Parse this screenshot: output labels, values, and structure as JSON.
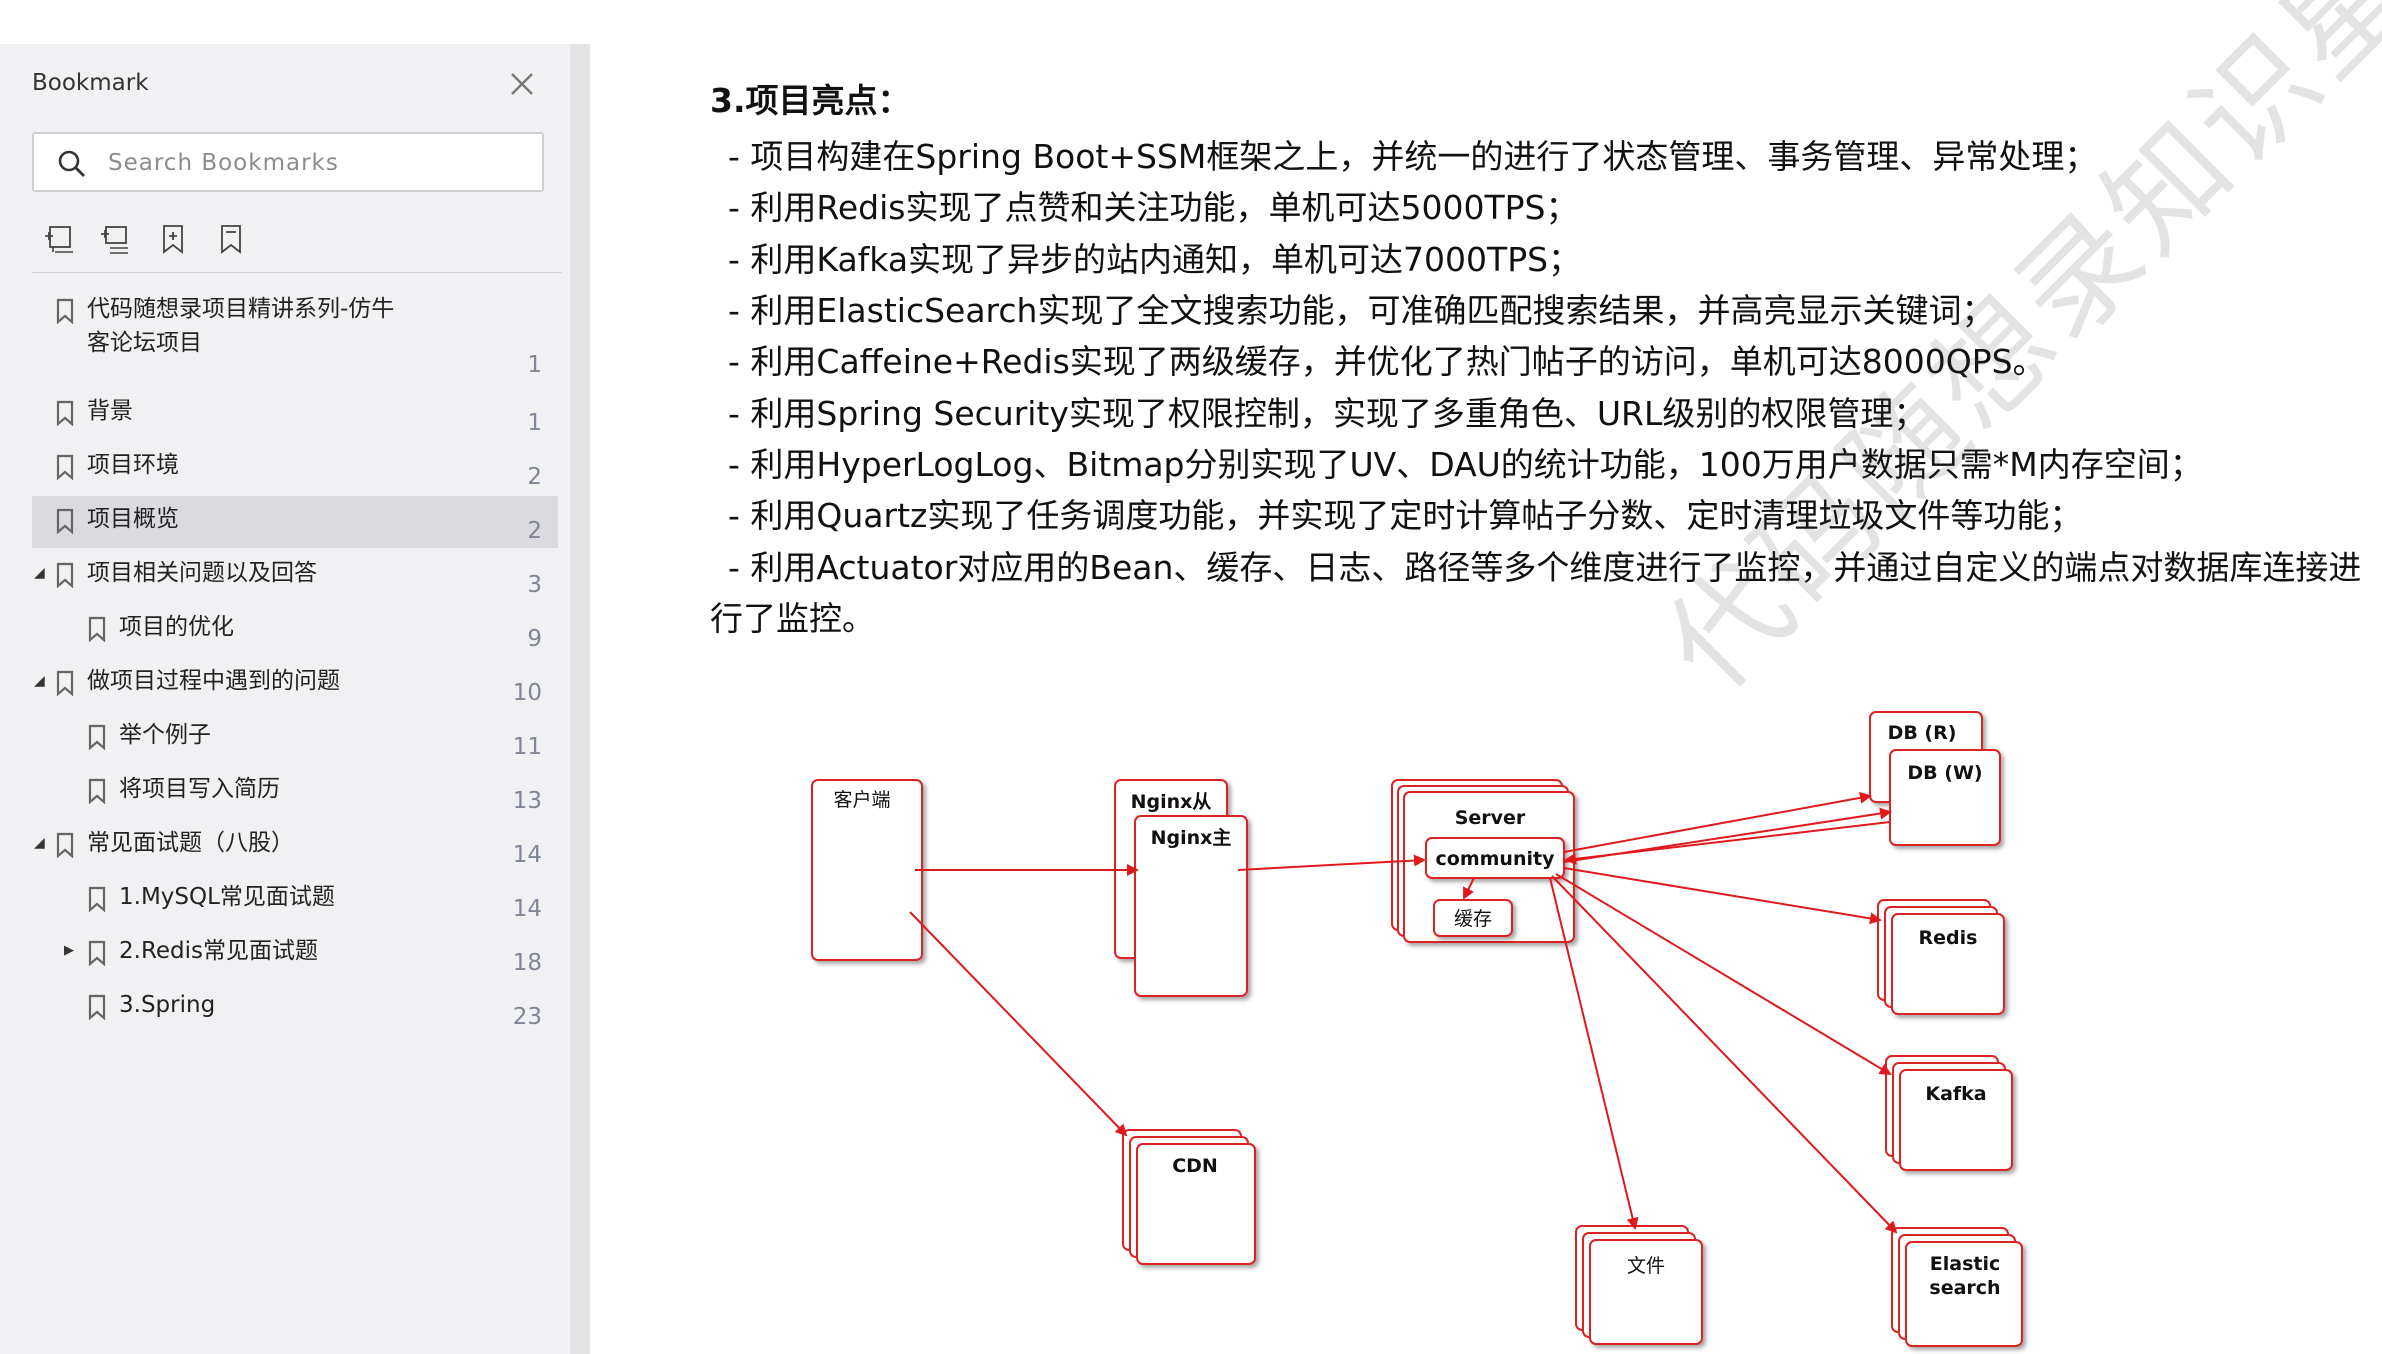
{
  "sidebar": {
    "title": "Bookmark",
    "search_placeholder": "Search Bookmarks",
    "items": [
      {
        "label_line1": "代码随想录项目精讲系列-仿牛",
        "label_line2": "客论坛项目",
        "page": "1",
        "level": 0,
        "caret": "",
        "active": false
      },
      {
        "label_line1": "背景",
        "label_line2": "",
        "page": "1",
        "level": 0,
        "caret": "",
        "active": false
      },
      {
        "label_line1": "项目环境",
        "label_line2": "",
        "page": "2",
        "level": 0,
        "caret": "",
        "active": false
      },
      {
        "label_line1": "项目概览",
        "label_line2": "",
        "page": "2",
        "level": 0,
        "caret": "",
        "active": true
      },
      {
        "label_line1": "项目相关问题以及回答",
        "label_line2": "",
        "page": "3",
        "level": 0,
        "caret": "expanded",
        "active": false
      },
      {
        "label_line1": "项目的优化",
        "label_line2": "",
        "page": "9",
        "level": 1,
        "caret": "",
        "active": false
      },
      {
        "label_line1": "做项目过程中遇到的问题",
        "label_line2": "",
        "page": "10",
        "level": 0,
        "caret": "expanded",
        "active": false
      },
      {
        "label_line1": "举个例子",
        "label_line2": "",
        "page": "11",
        "level": 1,
        "caret": "",
        "active": false
      },
      {
        "label_line1": "将项目写入简历",
        "label_line2": "",
        "page": "13",
        "level": 1,
        "caret": "",
        "active": false
      },
      {
        "label_line1": "常见面试题（八股）",
        "label_line2": "",
        "page": "14",
        "level": 0,
        "caret": "expanded",
        "active": false
      },
      {
        "label_line1": "1.MySQL常见面试题",
        "label_line2": "",
        "page": "14",
        "level": 1,
        "caret": "",
        "active": false
      },
      {
        "label_line1": "2.Redis常见面试题",
        "label_line2": "",
        "page": "18",
        "level": 1,
        "caret": "collapsed",
        "active": false
      },
      {
        "label_line1": "3.Spring",
        "label_line2": "",
        "page": "23",
        "level": 1,
        "caret": "",
        "active": false
      }
    ],
    "tools": [
      "add-bookmark-icon",
      "add-child-bookmark-icon",
      "bookmark-plus-icon",
      "bookmark-outline-icon"
    ]
  },
  "document": {
    "heading": "3.项目亮点：",
    "lines": [
      "- 项目构建在Spring Boot+SSM框架之上，并统一的进行了状态管理、事务管理、异常处理；",
      "- 利用Redis实现了点赞和关注功能，单机可达5000TPS；",
      "- 利用Kafka实现了异步的站内通知，单机可达7000TPS；",
      "- 利用ElasticSearch实现了全文搜索功能，可准确匹配搜索结果，并高亮显示关键词；",
      "- 利用Caffeine+Redis实现了两级缓存，并优化了热门帖子的访问，单机可达8000QPS。",
      "- 利用Spring Security实现了权限控制，实现了多重角色、URL级别的权限管理；",
      "- 利用HyperLogLog、Bitmap分别实现了UV、DAU的统计功能，100万用户数据只需*M内存空间；",
      "- 利用Quartz实现了任务调度功能，并实现了定时计算帖子分数、定时清理垃圾文件等功能；",
      "- 利用Actuator对应用的Bean、缓存、日志、路径等多个维度进行了监控，并通过自定义的端点对数据库连接进",
      "行了监控。"
    ],
    "watermark": "代码随想录知识星球",
    "diagram": {
      "client": "客户端",
      "nginx_slave": "Nginx从",
      "nginx_master": "Nginx主",
      "server": "Server",
      "community": "community",
      "cache": "缓存",
      "cdn": "CDN",
      "db_read": "DB (R)",
      "db_write": "DB (W)",
      "redis": "Redis",
      "kafka": "Kafka",
      "file": "文件",
      "elastic_line1": "Elastic",
      "elastic_line2": "search",
      "arrow_color": "#e0191c"
    }
  }
}
